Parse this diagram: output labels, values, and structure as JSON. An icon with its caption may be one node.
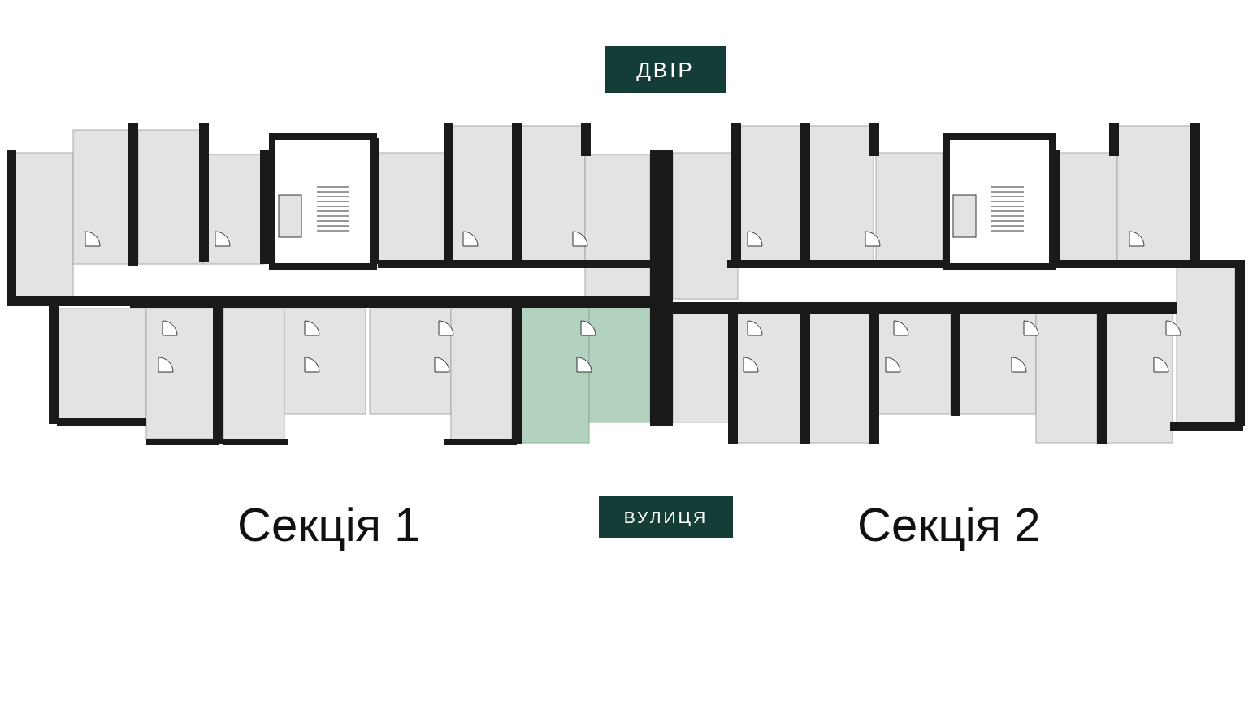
{
  "diagram": {
    "nodes": [
      {
        "text": [
          "ДВІР"
        ]
      },
      {
        "text": [
          "ВУЛИЦЯ"
        ]
      }
    ],
    "labels": [
      "Секція 1",
      "Секція 2"
    ]
  }
}
